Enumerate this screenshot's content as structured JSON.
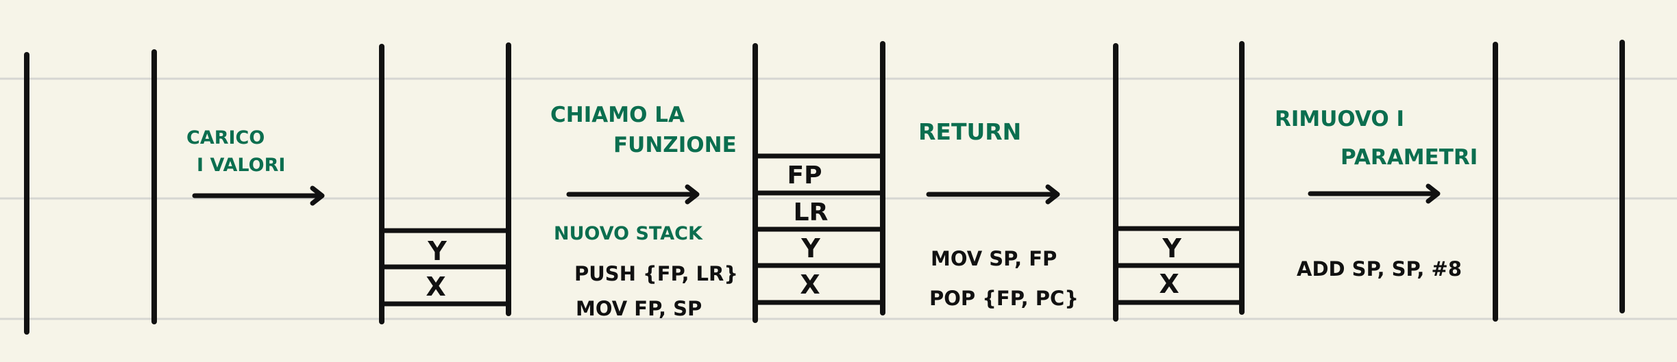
{
  "colors": {
    "paper": "#f6f4e8",
    "ruled_line": "#d6d6d2",
    "ink": "#111111",
    "annotation": "#0b6e4f"
  },
  "steps": [
    {
      "label_lines": [
        "CARICO",
        "I VALORI"
      ]
    },
    {
      "label_lines": [
        "CHIAMO LA",
        "FUNZIONE"
      ],
      "sub_label": "NUOVO STACK",
      "code_lines": [
        "PUSH {FP, LR}",
        "MOV FP, SP"
      ]
    },
    {
      "label_lines": [
        "RETURN"
      ],
      "code_lines": [
        "MOV SP, FP",
        "POP {FP, PC}"
      ]
    },
    {
      "label_lines": [
        "RIMUOVO I",
        "PARAMETRI"
      ],
      "code_lines": [
        "ADD SP, SP, #8"
      ]
    }
  ],
  "stacks": [
    {
      "cells": []
    },
    {
      "cells": [
        "Y",
        "X"
      ]
    },
    {
      "cells": [
        "FP",
        "LR",
        "Y",
        "X"
      ]
    },
    {
      "cells": [
        "Y",
        "X"
      ]
    },
    {
      "cells": []
    }
  ]
}
